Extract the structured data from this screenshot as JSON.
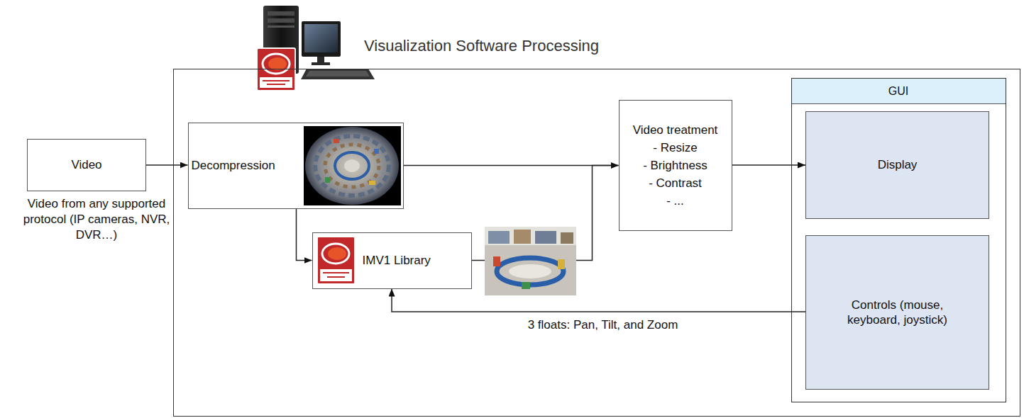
{
  "diagram": {
    "nodes": [
      {
        "text": [
          "Visualization Software Processing"
        ]
      },
      {
        "text": [
          "Video",
          "Video from any supported protocol (IP cameras, NVR, DVR…)"
        ]
      },
      {
        "text": [
          "Decompression"
        ],
        "in": 0
      },
      {
        "text": [
          "IMV1 Library"
        ],
        "in": 0
      },
      {
        "text": [
          "Video treatment",
          "- Resize",
          "- Brightness",
          "- Contrast",
          "- ..."
        ],
        "in": 0
      },
      {
        "text": [
          "GUI"
        ],
        "in": 0
      },
      {
        "text": [
          "Display"
        ],
        "in": 5
      },
      {
        "text": [
          "Controls (mouse, keyboard, joystick)"
        ],
        "in": 5
      }
    ],
    "edges": [
      {
        "from": 1,
        "to": 2,
        "arrow": "to"
      },
      {
        "from": 2,
        "to": 3,
        "arrow": "to"
      },
      {
        "from": 2,
        "to": 4,
        "arrow": "to"
      },
      {
        "from": 3,
        "to": 4,
        "arrow": "to"
      },
      {
        "from": 4,
        "to": 6,
        "arrow": "to"
      },
      {
        "from": 7,
        "to": 3,
        "arrow": "to",
        "label": "3 floats: Pan, Tilt, and Zoom"
      }
    ]
  }
}
